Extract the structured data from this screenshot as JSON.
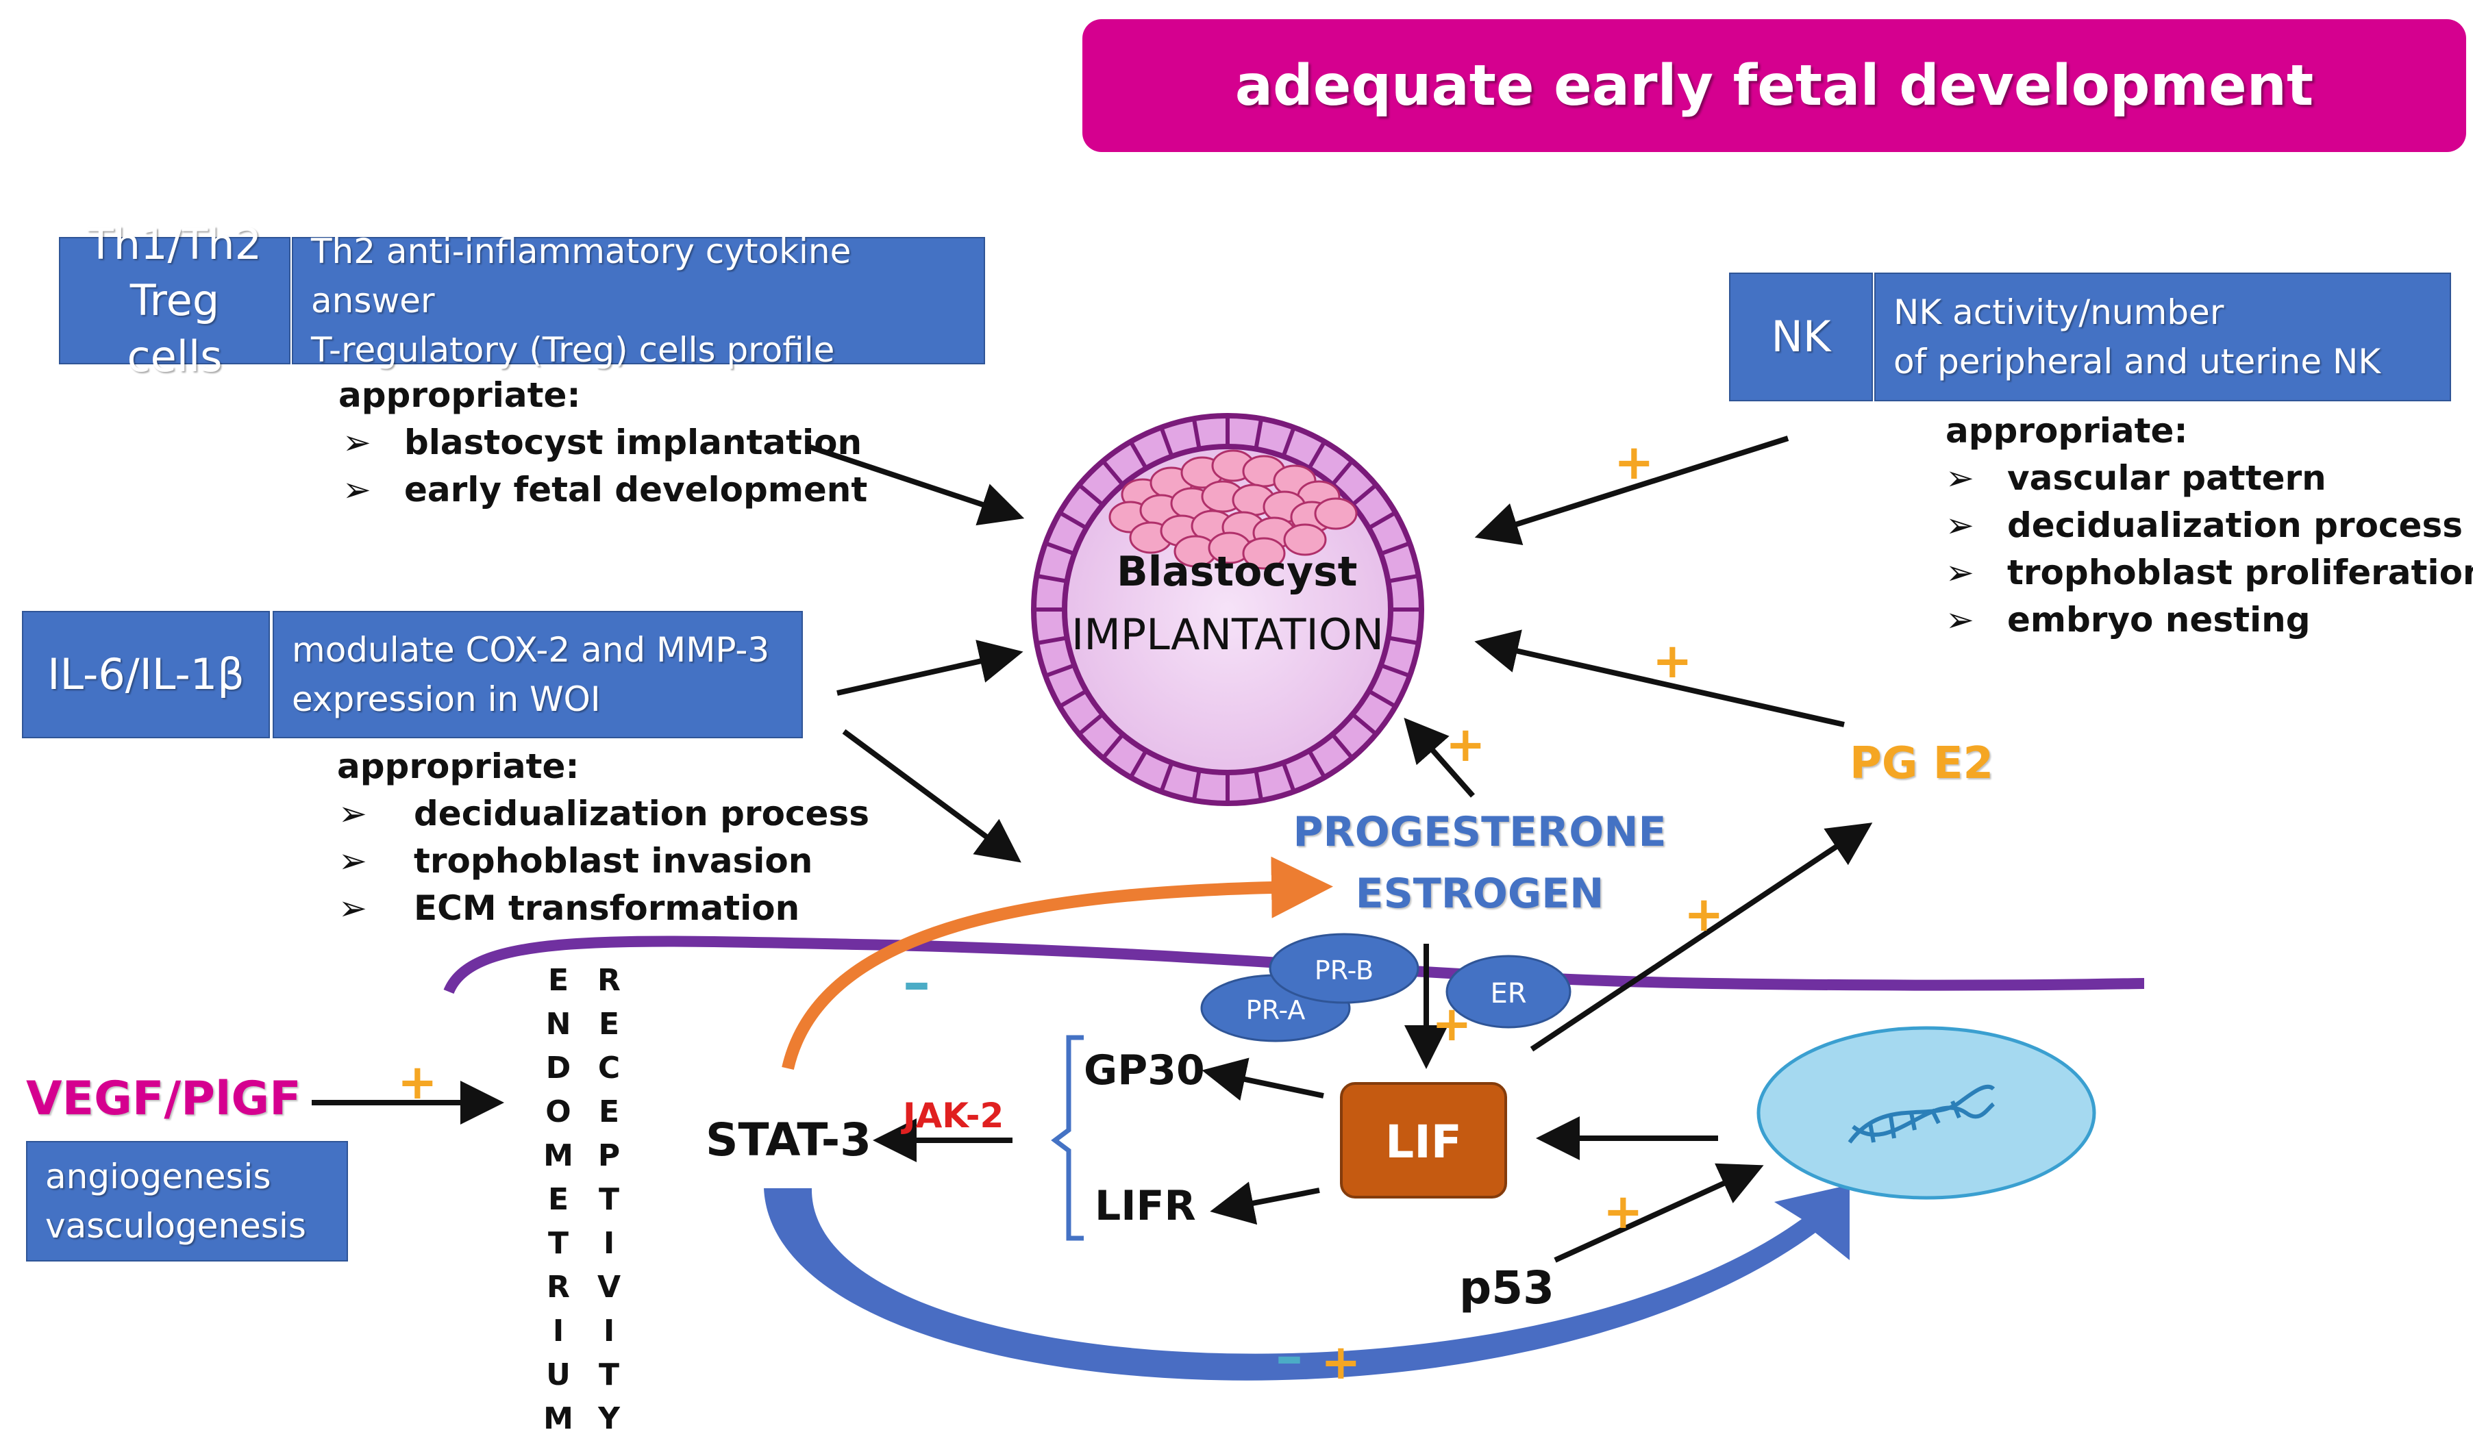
{
  "banner": {
    "text": "adequate early fetal development",
    "color": "#d5008f"
  },
  "th": {
    "label": "Th1/Th2 Treg cells",
    "desc_line1": "Th2 anti-inflammatory cytokine answer",
    "desc_line2": "T-regulatory (Treg) cells profile",
    "heading": "appropriate:",
    "items": [
      "blastocyst implantation",
      "early fetal development"
    ]
  },
  "nk": {
    "label": "NK",
    "desc_line1": "NK activity/number",
    "desc_line2": "of peripheral and uterine NK",
    "heading": "appropriate:",
    "items": [
      "vascular pattern",
      "decidualization process",
      "trophoblast proliferation",
      "embryo nesting"
    ]
  },
  "il": {
    "label": "IL-6/IL-1β",
    "desc_line1": "modulate COX-2  and MMP-3",
    "desc_line2": "expression in WOI",
    "heading": "appropriate:",
    "items": [
      "decidualization process",
      "trophoblast invasion",
      "ECM transformation"
    ]
  },
  "blastocyst": {
    "line1": "Blastocyst",
    "line2": "IMPLANTATION"
  },
  "hormones": {
    "line1": "PROGESTERONE",
    "line2": "ESTROGEN",
    "color": "#4472c4"
  },
  "pge2": {
    "text": "PG E2",
    "color": "#f5a623"
  },
  "receptors": {
    "pra": "PR-A",
    "prb": "PR-B",
    "er": "ER"
  },
  "vegf": {
    "label": "VEGF/PlGF",
    "color": "#d5008f",
    "box_line1": "angiogenesis",
    "box_line2": "vasculogenesis"
  },
  "endometrium_letters": [
    "E",
    "N",
    "D",
    "O",
    "M",
    "E",
    "T",
    "R",
    "I",
    "U",
    "M"
  ],
  "receptivity_letters": [
    "R",
    "E",
    "C",
    "E",
    "P",
    "T",
    "I",
    "V",
    "I",
    "T",
    "Y"
  ],
  "stat3": "STAT-3",
  "jak2": {
    "text": "JAK-2",
    "color": "#e02020"
  },
  "gp30": "GP30",
  "lifr": "LIFR",
  "lif": "LIF",
  "p53": "p53",
  "plus_symbol": "+",
  "minus_symbol": "–"
}
